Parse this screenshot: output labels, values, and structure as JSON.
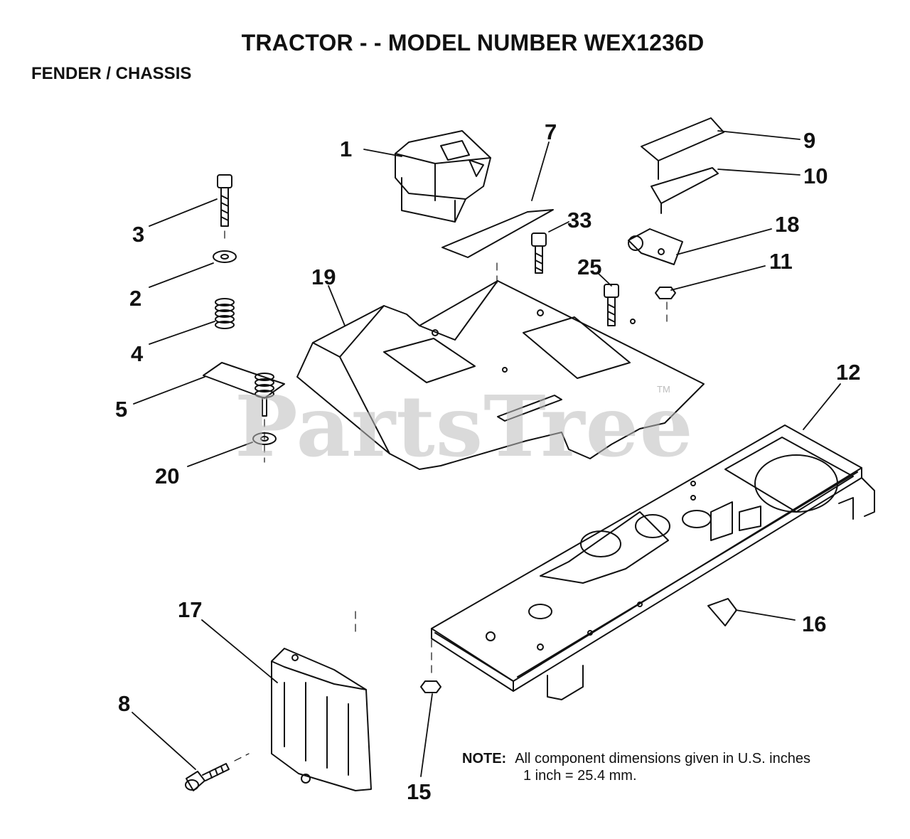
{
  "header": {
    "title": "TRACTOR - - MODEL NUMBER WEX1236D",
    "section": "FENDER / CHASSIS"
  },
  "callouts": [
    "1",
    "7",
    "9",
    "10",
    "33",
    "18",
    "11",
    "25",
    "3",
    "2",
    "4",
    "5",
    "20",
    "19",
    "12",
    "17",
    "8",
    "15",
    "16"
  ],
  "watermark": {
    "text": "PartsTree",
    "mark": "TM"
  },
  "note": {
    "label": "NOTE:",
    "line1": "All component dimensions given in U.S. inches",
    "line2": "1 inch = 25.4 mm."
  }
}
